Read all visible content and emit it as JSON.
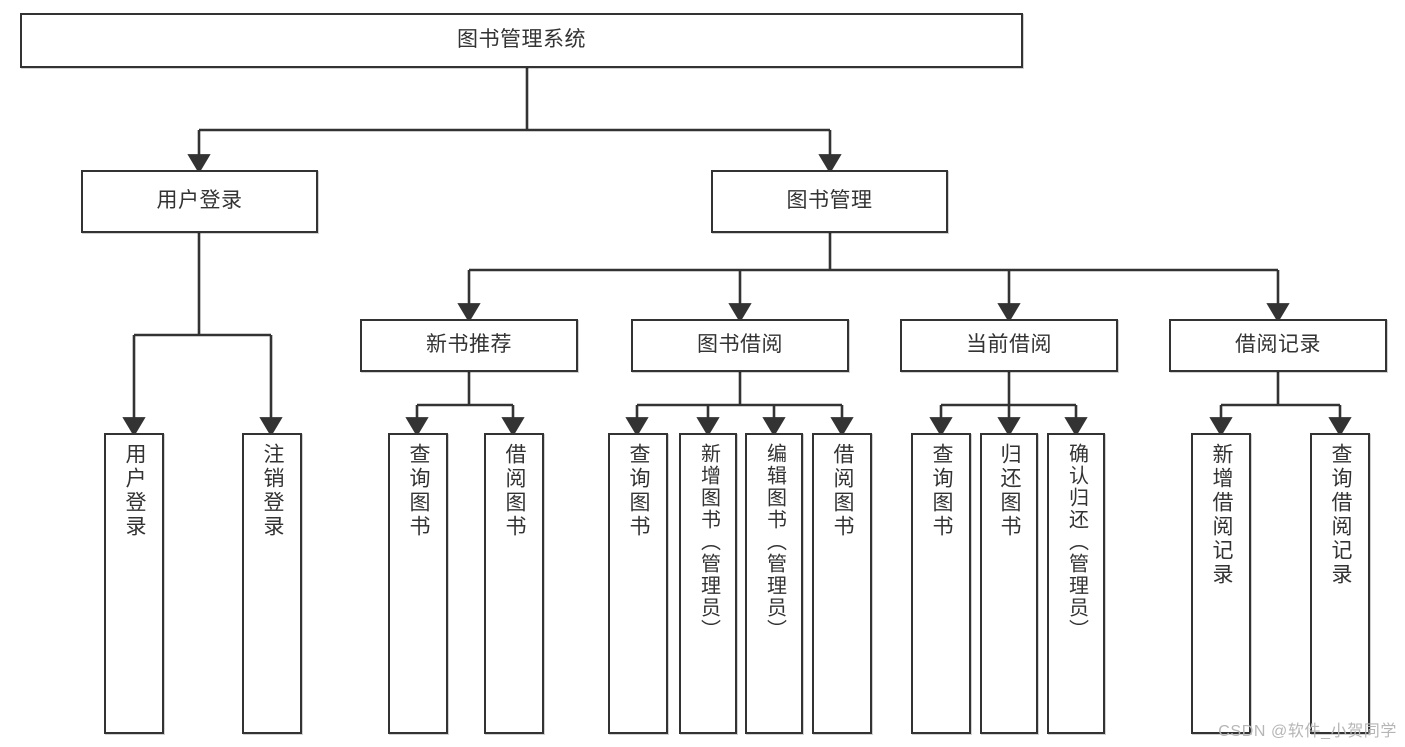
{
  "diagram": {
    "type": "tree-hierarchy",
    "title": "图书管理系统",
    "orientation": "top-down",
    "colors": {
      "node_border": "#333333",
      "node_fill": "#ffffff",
      "edge": "#333333",
      "text": "#333333",
      "watermark": "#b6b6b6",
      "background": "#ffffff"
    },
    "root": {
      "label": "图书管理系统"
    },
    "level2": [
      {
        "label": "用户登录"
      },
      {
        "label": "图书管理"
      }
    ],
    "level3": [
      {
        "label": "新书推荐"
      },
      {
        "label": "图书借阅"
      },
      {
        "label": "当前借阅"
      },
      {
        "label": "借阅记录"
      }
    ],
    "leaves": {
      "user_login": [
        {
          "label": "用户登录"
        },
        {
          "label": "注销登录"
        }
      ],
      "new_book_recommend": [
        {
          "label": "查询图书"
        },
        {
          "label": "借阅图书"
        }
      ],
      "book_borrow": [
        {
          "label": "查询图书"
        },
        {
          "label": "新增图书（管理员）"
        },
        {
          "label": "编辑图书（管理员）"
        },
        {
          "label": "借阅图书"
        }
      ],
      "current_borrow": [
        {
          "label": "查询图书"
        },
        {
          "label": "归还图书"
        },
        {
          "label": "确认归还（管理员）"
        }
      ],
      "borrow_record": [
        {
          "label": "新增借阅记录"
        },
        {
          "label": "查询借阅记录"
        }
      ]
    }
  },
  "watermark": {
    "text": "CSDN @软件_小贺同学"
  }
}
